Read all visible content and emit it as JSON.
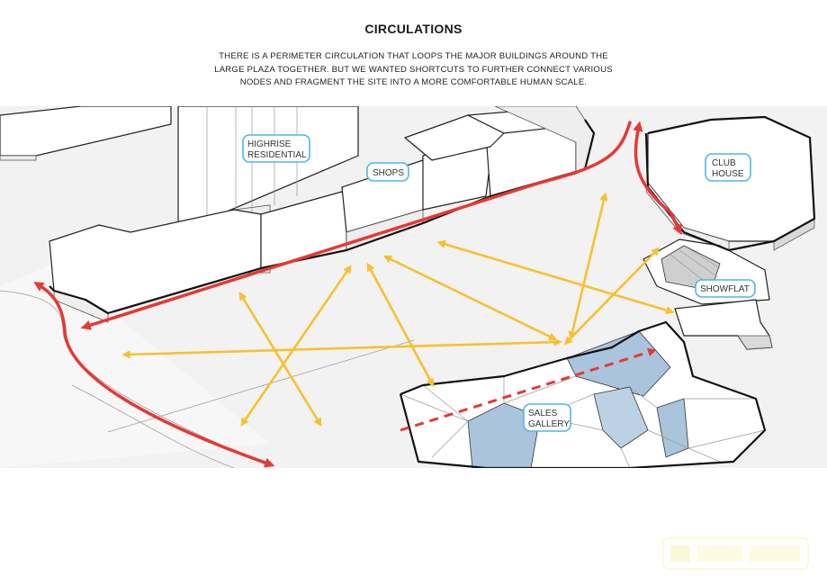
{
  "title": "CIRCULATIONS",
  "description": "THERE IS A PERIMETER CIRCULATION THAT LOOPS THE MAJOR BUILDINGS AROUND THE LARGE PLAZA TOGETHER. BUT WE WANTED SHORTCUTS TO FURTHER CONNECT VARIOUS NODES AND FRAGMENT THE SITE INTO A MORE COMFORTABLE HUMAN SCALE.",
  "labels": {
    "highrise_line1": "HIGHRISE",
    "highrise_line2": "RESIDENTIAL",
    "shops": "SHOPS",
    "clubhouse_line1": "CLUB",
    "clubhouse_line2": "HOUSE",
    "showflat": "SHOWFLAT",
    "sales_line1": "SALES",
    "sales_line2": "GALLERY"
  },
  "colors": {
    "perimeter_circulation": "#e53935",
    "shortcuts": "#f9c02e",
    "label_border": "#4fb6e6",
    "glass": "#a9c4dc"
  }
}
